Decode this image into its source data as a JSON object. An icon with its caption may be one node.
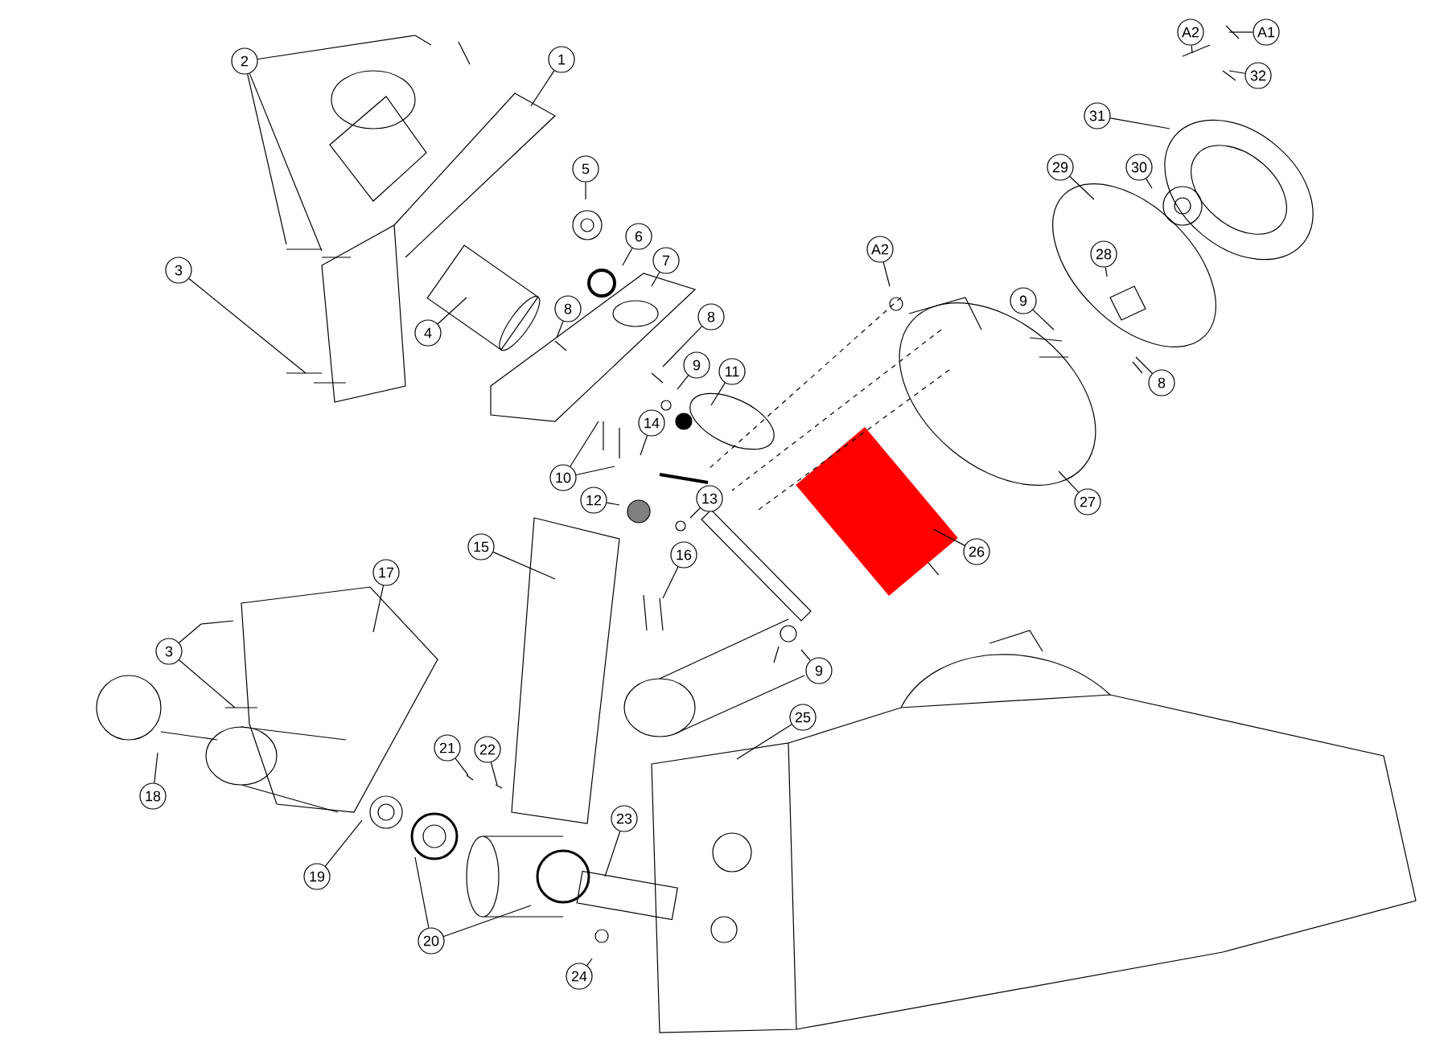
{
  "diagram": {
    "nodes": [
      {
        "text": [
          "A2"
        ]
      },
      {
        "text": [
          "A1"
        ]
      },
      {
        "text": [
          "1"
        ]
      },
      {
        "text": [
          "2"
        ]
      },
      {
        "text": [
          "32"
        ]
      },
      {
        "text": [
          "31"
        ]
      },
      {
        "text": [
          "29"
        ]
      },
      {
        "text": [
          "30"
        ]
      },
      {
        "text": [
          "5"
        ]
      },
      {
        "text": [
          "6"
        ]
      },
      {
        "text": [
          "A2"
        ]
      },
      {
        "text": [
          "28"
        ]
      },
      {
        "text": [
          "7"
        ]
      },
      {
        "text": [
          "3"
        ]
      },
      {
        "text": [
          "9"
        ]
      },
      {
        "text": [
          "8"
        ]
      },
      {
        "text": [
          "8"
        ]
      },
      {
        "text": [
          "4"
        ]
      },
      {
        "text": [
          "9"
        ]
      },
      {
        "text": [
          "11"
        ]
      },
      {
        "text": [
          "8"
        ]
      },
      {
        "text": [
          "14"
        ]
      },
      {
        "text": [
          "10"
        ]
      },
      {
        "text": [
          "12"
        ]
      },
      {
        "text": [
          "13"
        ]
      },
      {
        "text": [
          "27"
        ]
      },
      {
        "text": [
          "15"
        ]
      },
      {
        "text": [
          "26"
        ]
      },
      {
        "text": [
          "16"
        ]
      },
      {
        "text": [
          "17"
        ]
      },
      {
        "text": [
          "3"
        ]
      },
      {
        "text": [
          "9"
        ]
      },
      {
        "text": [
          "25"
        ]
      },
      {
        "text": [
          "21"
        ]
      },
      {
        "text": [
          "22"
        ]
      },
      {
        "text": [
          "18"
        ]
      },
      {
        "text": [
          "23"
        ]
      },
      {
        "text": [
          "19"
        ]
      },
      {
        "text": [
          "20"
        ]
      },
      {
        "text": [
          "24"
        ]
      }
    ],
    "edges": [
      {
        "from": 0,
        "to": null,
        "arrow": "none"
      },
      {
        "from": 1,
        "to": null,
        "arrow": "none"
      },
      {
        "from": 2,
        "to": null,
        "arrow": "none"
      },
      {
        "from": 3,
        "to": null,
        "arrow": "none"
      },
      {
        "from": 3,
        "to": null,
        "arrow": "none"
      },
      {
        "from": 3,
        "to": null,
        "arrow": "none"
      },
      {
        "from": 4,
        "to": null,
        "arrow": "none"
      },
      {
        "from": 5,
        "to": null,
        "arrow": "none"
      },
      {
        "from": 6,
        "to": null,
        "arrow": "none"
      },
      {
        "from": 7,
        "to": null,
        "arrow": "none"
      },
      {
        "from": 8,
        "to": null,
        "arrow": "none"
      },
      {
        "from": 9,
        "to": null,
        "arrow": "none"
      },
      {
        "from": 10,
        "to": null,
        "arrow": "none"
      },
      {
        "from": 11,
        "to": null,
        "arrow": "none"
      },
      {
        "from": 12,
        "to": null,
        "arrow": "none"
      },
      {
        "from": 13,
        "to": null,
        "arrow": "none"
      },
      {
        "from": 14,
        "to": null,
        "arrow": "none"
      },
      {
        "from": 15,
        "to": null,
        "arrow": "none"
      },
      {
        "from": 16,
        "to": null,
        "arrow": "none"
      },
      {
        "from": 17,
        "to": null,
        "arrow": "none"
      },
      {
        "from": 18,
        "to": null,
        "arrow": "none"
      },
      {
        "from": 19,
        "to": null,
        "arrow": "none"
      },
      {
        "from": 20,
        "to": null,
        "arrow": "none"
      },
      {
        "from": 21,
        "to": null,
        "arrow": "none"
      },
      {
        "from": 22,
        "to": null,
        "arrow": "none"
      },
      {
        "from": 22,
        "to": null,
        "arrow": "none"
      },
      {
        "from": 23,
        "to": null,
        "arrow": "none"
      },
      {
        "from": 24,
        "to": null,
        "arrow": "none"
      },
      {
        "from": 25,
        "to": null,
        "arrow": "none"
      },
      {
        "from": 26,
        "to": null,
        "arrow": "none"
      },
      {
        "from": 27,
        "to": null,
        "arrow": "none"
      },
      {
        "from": 28,
        "to": null,
        "arrow": "none"
      },
      {
        "from": 29,
        "to": null,
        "arrow": "none"
      },
      {
        "from": 30,
        "to": null,
        "arrow": "none"
      },
      {
        "from": 30,
        "to": null,
        "arrow": "none"
      },
      {
        "from": 31,
        "to": null,
        "arrow": "none"
      },
      {
        "from": 32,
        "to": null,
        "arrow": "none"
      },
      {
        "from": 33,
        "to": null,
        "arrow": "none"
      },
      {
        "from": 34,
        "to": null,
        "arrow": "none"
      },
      {
        "from": 35,
        "to": null,
        "arrow": "none"
      },
      {
        "from": 36,
        "to": null,
        "arrow": "none"
      },
      {
        "from": 37,
        "to": null,
        "arrow": "none"
      },
      {
        "from": 38,
        "to": null,
        "arrow": "none"
      },
      {
        "from": 38,
        "to": null,
        "arrow": "none"
      },
      {
        "from": 39,
        "to": null,
        "arrow": "none"
      }
    ]
  }
}
